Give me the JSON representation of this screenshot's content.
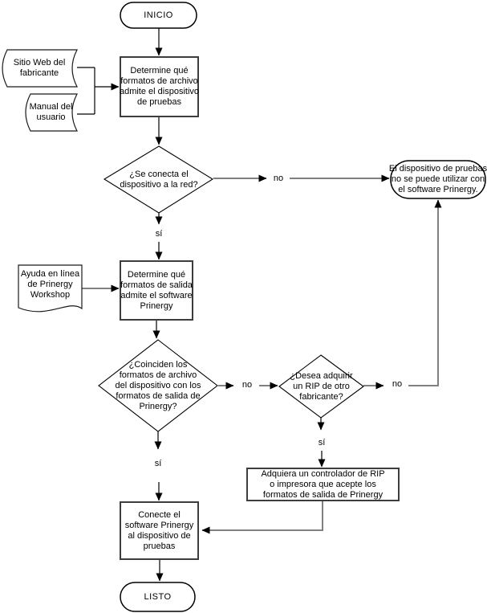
{
  "colors": {
    "background": "#ffffff",
    "shape_fill": "#ffffff",
    "shape_border": "#000000",
    "process_border": "#3d3d3d",
    "connector_gray": "#808080",
    "connector_black": "#000000",
    "arrowhead": "#000000",
    "text": "#000000"
  },
  "flowchart": {
    "nodes": {
      "start": "INICIO",
      "source_web": "Sitio Web del\nfabricante",
      "source_manual": "Manual del\nusuario",
      "determine_file_formats": "Determine qué\nformatos de archivo\nadmite el dispositivo\nde pruebas",
      "network_decision": "¿Se conecta el\ndispositivo a la red?",
      "cannot_use": "El dispositivo de pruebas\nno se puede utilizar con\nel software Prinergy.",
      "source_help": "Ayuda en línea\nde Prinergy\nWorkshop",
      "determine_output_formats": "Determine qué\nformatos de salida\nadmite el software\nPrinergy",
      "formats_match_decision": "¿Coinciden los\nformatos de archivo\ndel dispositivo con los\nformatos de salida de\nPrinergy?",
      "buy_rip_decision": "¿Desea adquirir\nun RIP de otro\nfabricante?",
      "acquire_rip": "Adquiera un controlador de RIP\no impresora que acepte los\nformatos de salida de Prinergy",
      "connect_prinergy": "Conecte el\nsoftware Prinergy\nal dispositivo de\npruebas",
      "end": "LISTO"
    },
    "edge_labels": {
      "yes": "sí",
      "no": "no"
    }
  }
}
